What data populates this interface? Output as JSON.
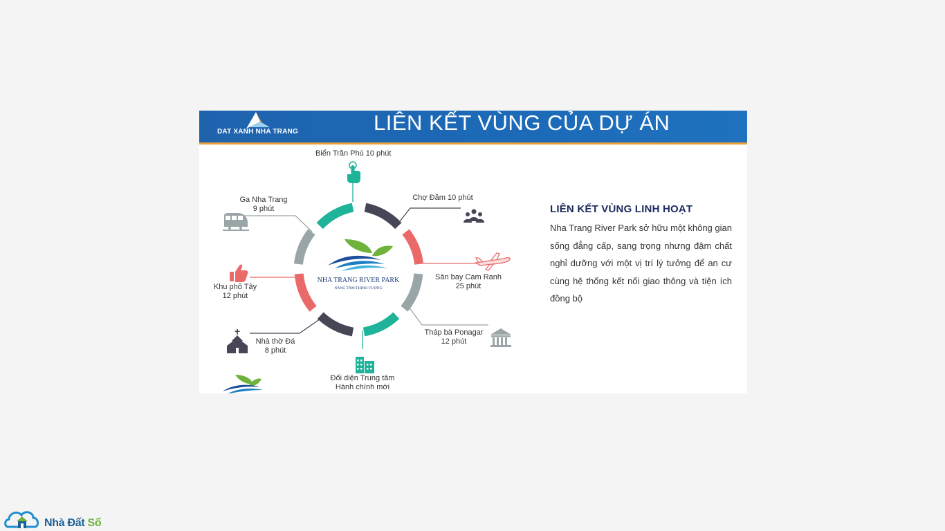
{
  "slide": {
    "brand_name": "DAT XANH NHA TRANG",
    "title": "LIÊN KẾT VÙNG CỦA DỰ ÁN"
  },
  "logo": {
    "name": "NHA TRANG RIVER PARK",
    "tagline": "NÂNG TẦM THỊNH VƯỢNG"
  },
  "destinations": [
    {
      "line1": "Biển Trần Phú 10 phút",
      "line2": "",
      "icon": "touch-icon"
    },
    {
      "line1": "Chợ Đầm 10 phút",
      "line2": "",
      "icon": "people-icon"
    },
    {
      "line1": "Sân bay Cam Ranh",
      "line2": "25 phút",
      "icon": "airplane-icon"
    },
    {
      "line1": "Tháp bà Ponagar",
      "line2": "12 phút",
      "icon": "temple-icon"
    },
    {
      "line1": "Đối diện Trung tâm",
      "line2": "Hành chính mới",
      "icon": "building-icon"
    },
    {
      "line1": "Nhà thờ Đá",
      "line2": "8 phút",
      "icon": "church-icon"
    },
    {
      "line1": "Khu phố Tây",
      "line2": "12 phút",
      "icon": "thumbs-up-icon"
    },
    {
      "line1": "Ga Nha Trang",
      "line2": "9 phút",
      "icon": "train-icon"
    }
  ],
  "panel": {
    "heading": "LIÊN KẾT VÙNG LINH HOẠT",
    "body": "Nha Trang River Park sở hữu một không gian sống đẳng cấp, sang trọng nhưng đậm chất nghỉ dưỡng với một vị trí lý tưởng để an cư cùng hệ thống kết nối giao thông và tiện ích đồng bộ"
  },
  "watermark": {
    "text_a": "Nhà Đất ",
    "text_b": "Số"
  },
  "colors": {
    "teal": "#1fb39a",
    "dark": "#464656",
    "coral": "#ea6a6a",
    "grey": "#9aa5a7",
    "banner_blue": "#1f68b5",
    "accent_orange": "#e8a03c"
  }
}
